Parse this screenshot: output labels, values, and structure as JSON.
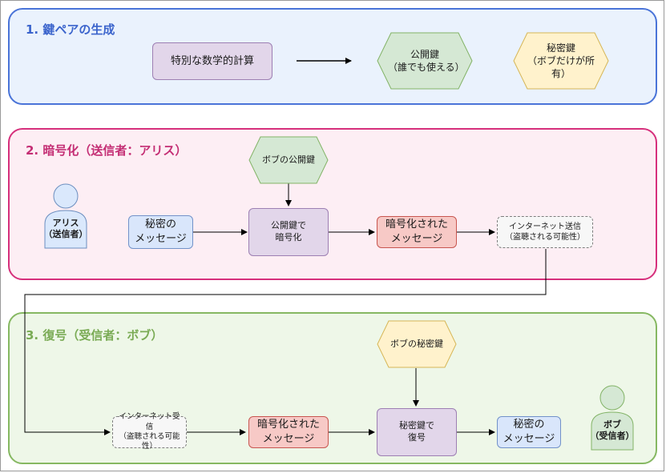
{
  "sections": {
    "keygen": {
      "title": "1. 鍵ペアの生成"
    },
    "encrypt": {
      "title": "2. 暗号化（送信者：アリス）"
    },
    "decrypt": {
      "title": "3. 復号（受信者：ボブ）"
    }
  },
  "keygen": {
    "math": "特別な数学的計算",
    "public_key": "公開鍵\n（誰でも使える）",
    "private_key": "秘密鍵\n（ボブだけが所有）"
  },
  "encrypt": {
    "sender": "アリス\n（送信者）",
    "plain_message": "秘密の\nメッセージ",
    "bob_public_key": "ボブの公開鍵",
    "encrypt_step": "公開鍵で\n暗号化",
    "cipher_message": "暗号化された\nメッセージ",
    "internet_send": "インターネット送信\n（盗聴される可能性）"
  },
  "decrypt": {
    "internet_receive": "インターネット受信\n（盗聴される可能性）",
    "cipher_message": "暗号化された\nメッセージ",
    "bob_private_key": "ボブの秘密鍵",
    "decrypt_step": "秘密鍵で\n復号",
    "plain_message": "秘密の\nメッセージ",
    "receiver": "ボブ\n（受信者）"
  },
  "colors": {
    "section1_border": "#4a74d8",
    "section2_border": "#d6307c",
    "section3_border": "#86b862",
    "key_hexagon_fill": "#fff2cc",
    "key_hexagon_border": "#d6b656",
    "public_key_fill": "#d5e8d4",
    "public_key_border": "#82b366"
  }
}
